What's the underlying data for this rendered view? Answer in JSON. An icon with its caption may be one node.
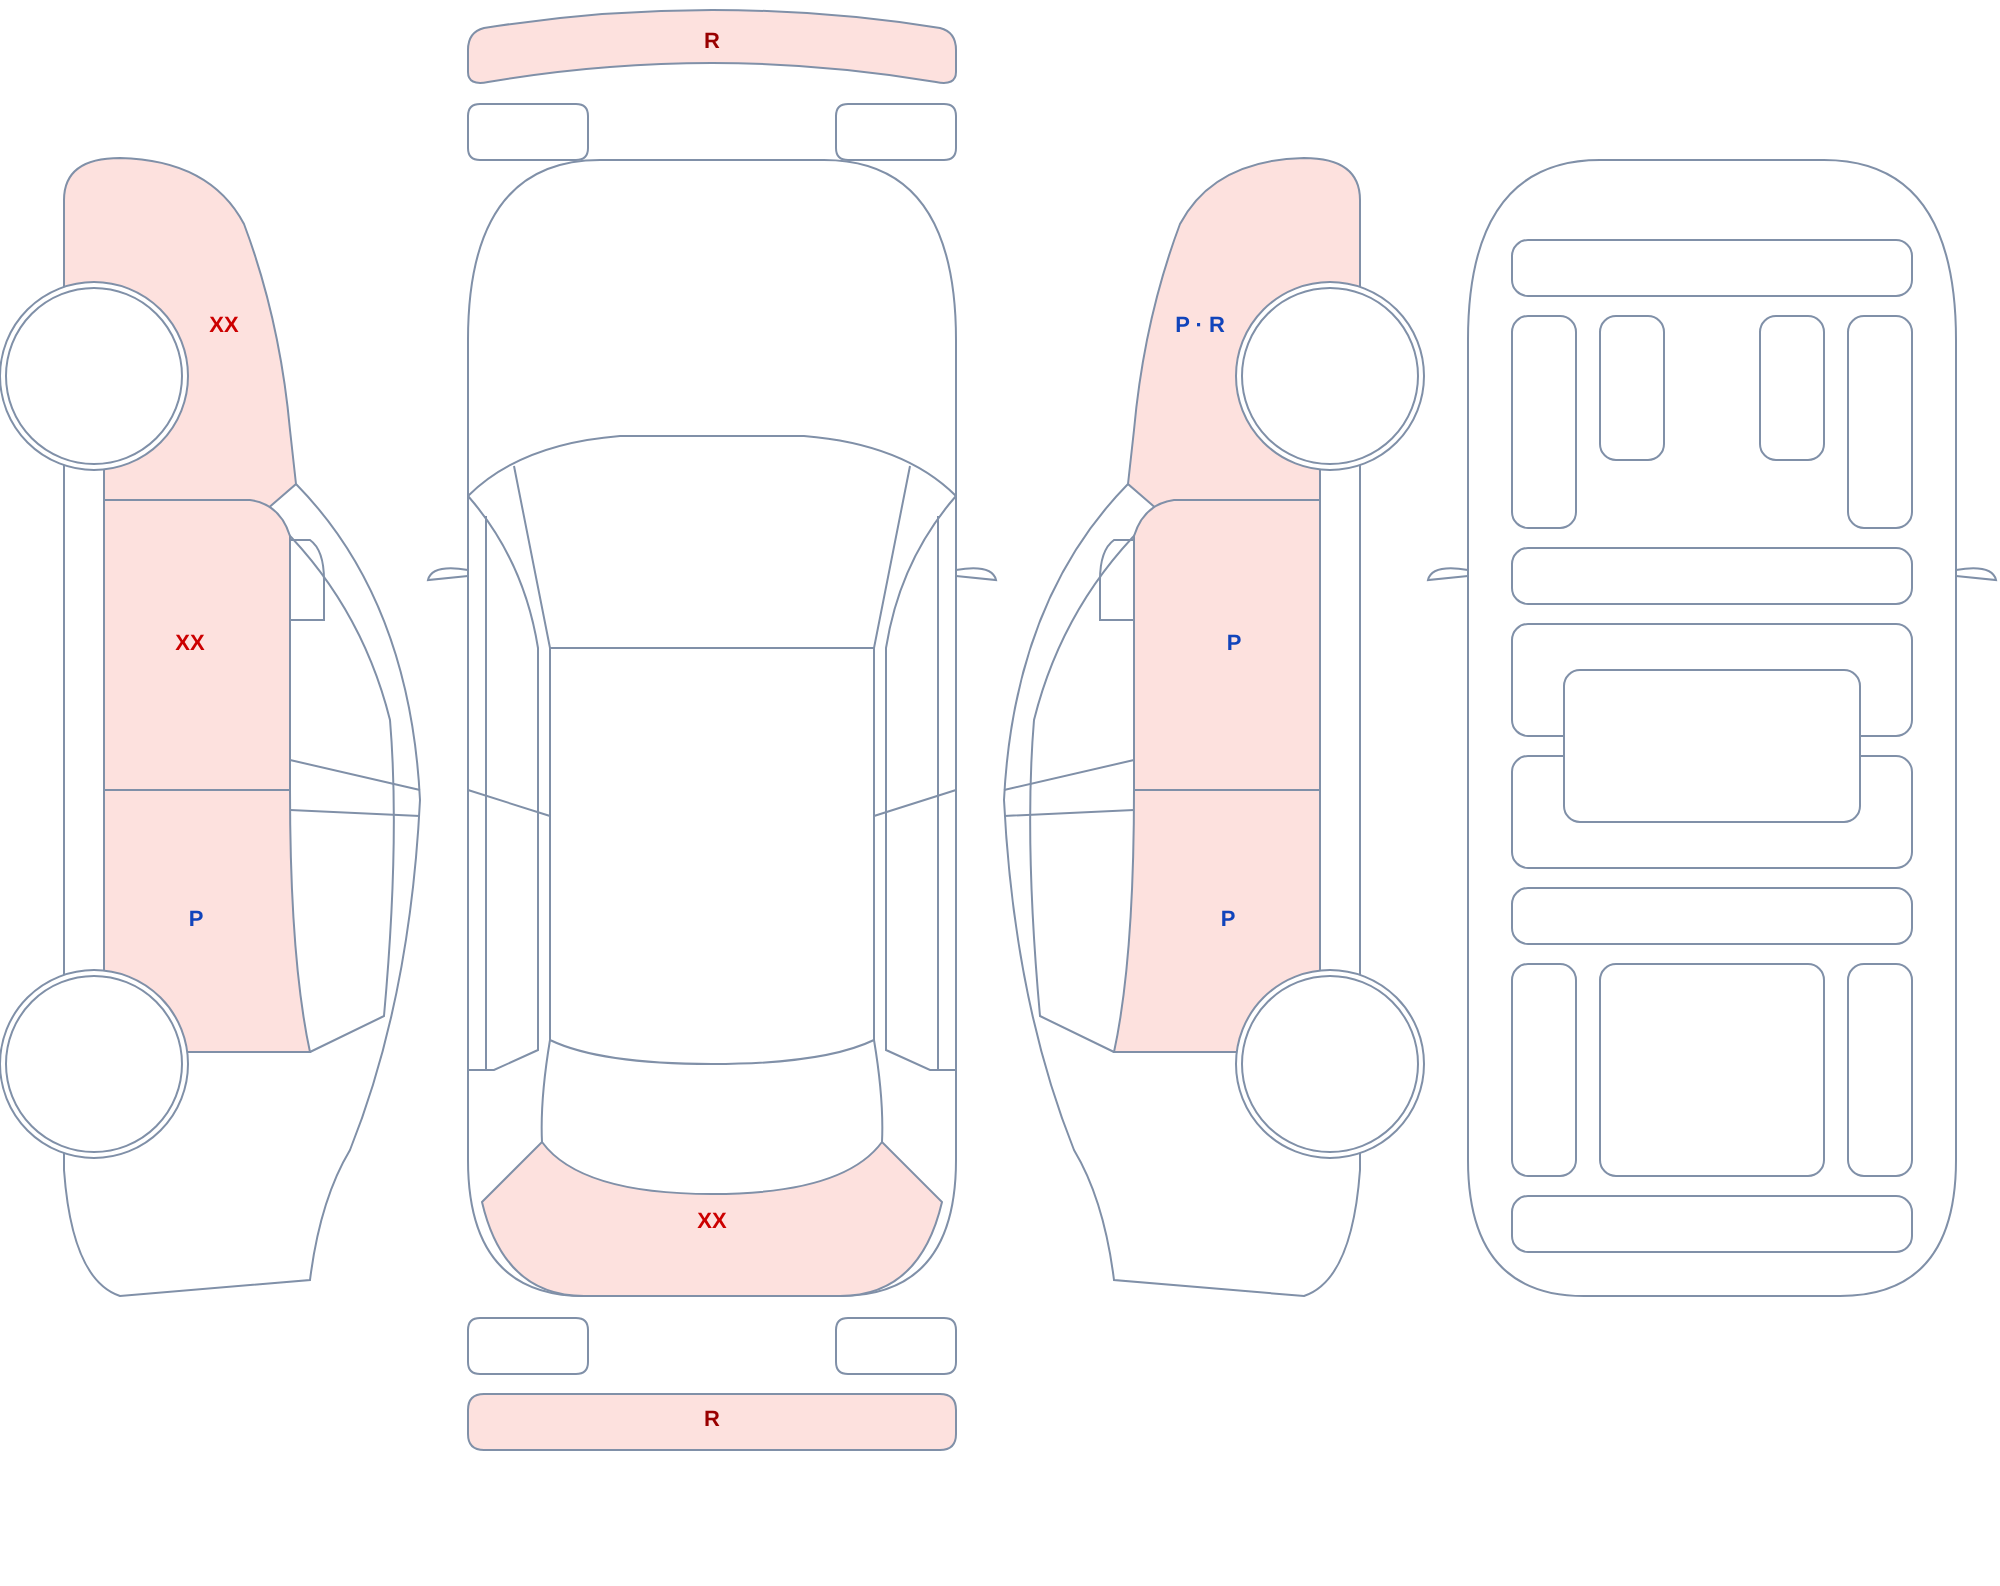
{
  "diagram": {
    "nodes": [
      {
        "text": [
          "R"
        ]
      },
      {
        "text": [
          "XX"
        ]
      },
      {
        "text": [
          "P · R"
        ]
      },
      {
        "text": [
          "XX"
        ]
      },
      {
        "text": [
          "P"
        ]
      },
      {
        "text": [
          "P"
        ]
      },
      {
        "text": [
          "P"
        ]
      },
      {
        "text": [
          "XX"
        ]
      },
      {
        "text": [
          "R"
        ]
      }
    ],
    "edges": []
  }
}
